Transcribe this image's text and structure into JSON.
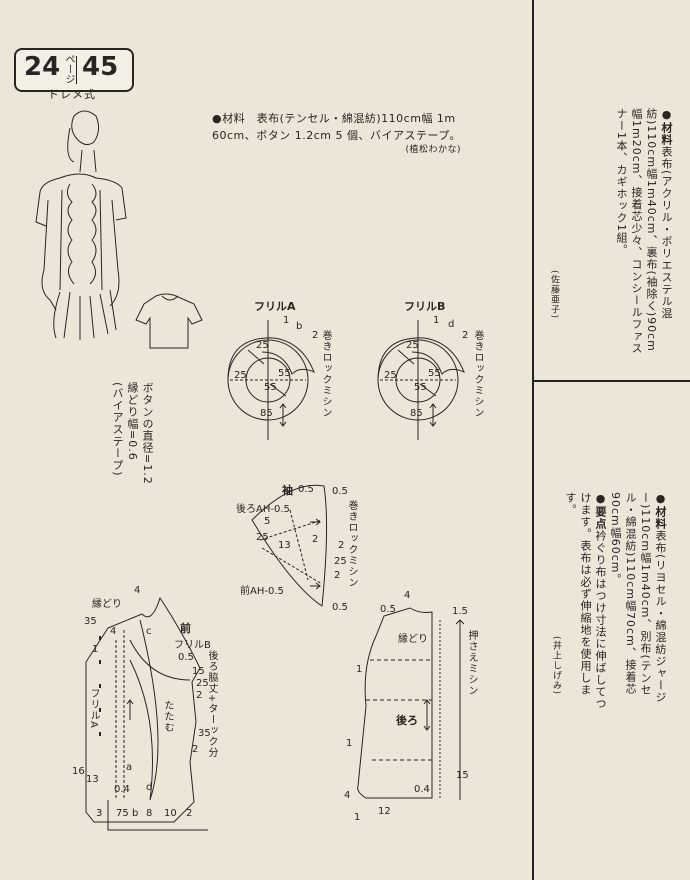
{
  "header": {
    "page_number": "24",
    "page_word": "ページ",
    "pattern_number": "45",
    "method": "ドレメ式"
  },
  "materials_main": {
    "line1": "●材料　表布(テンセル・綿混紡)110cm幅 1m",
    "line2": "60cm、ボタン 1.2cm 5 個、バイアステープ。",
    "author": "(植松わかな)"
  },
  "button_note": {
    "col1": "ボタンの直径=1.2",
    "col2": "縁どり幅=0.6",
    "col3": "(バイアステープ)"
  },
  "ruffle_a": {
    "title": "フリルA",
    "side_text": "巻きロックミシン",
    "marks": [
      "1",
      "b",
      "2",
      "25",
      "25",
      "55",
      "55",
      "85"
    ]
  },
  "ruffle_b": {
    "title": "フリルB",
    "side_text": "巻きロックミシン",
    "marks": [
      "1",
      "d",
      "2",
      "25",
      "25",
      "55",
      "55",
      "85"
    ]
  },
  "sleeve": {
    "title": "袖",
    "back_ah": "後ろAH-0.5",
    "front_ah": "前AH-0.5",
    "side_text": "巻きロックミシン",
    "marks": [
      "0.5",
      "0.5",
      "5",
      "25",
      "13",
      "2",
      "2",
      "25",
      "2",
      "0.5"
    ]
  },
  "front": {
    "title": "前",
    "edge_label": "縁どり",
    "ruffle_b": "フリルB",
    "ruffle_a": "フリルA",
    "fold": "たたむ",
    "dart_note": "後ろ脇丈+ターック分",
    "marks": [
      "4",
      "35",
      "4",
      "c",
      "1",
      "0.5",
      "15",
      "25",
      "2",
      "35",
      "2",
      "16",
      "13",
      "0.4",
      "3",
      "75",
      "b",
      "8",
      "10",
      "2",
      "a",
      "d"
    ]
  },
  "back": {
    "title": "後ろ",
    "edge_label": "縁どり",
    "press_note": "押さえミシン",
    "marks": [
      "4",
      "0.5",
      "1.5",
      "1",
      "1",
      "15",
      "4",
      "0.4",
      "12",
      "1"
    ]
  },
  "right_top": {
    "title": "●材料",
    "text": "表布(アクリル・ポリエステル混紡)110cm幅1m40cm、裏布(袖除く)90cm幅1m20cm、接着芯少々、コンシールファスナー1本、カギホック1組。",
    "author": "(佐藤亜子)"
  },
  "right_bottom": {
    "title": "●材料",
    "text": "表布(リヨセル・綿混紡ジャージー)110cm幅1m40cm、別布(テンセル・綿混紡)110cm幅70cm、接着芯90cm幅60cm。",
    "point_title": "●要点",
    "point_text": "衿ぐり布はつけ寸法に伸ばしてつけます。表布は必ず伸縮地を使用します。",
    "author": "(井上しげみ)"
  }
}
